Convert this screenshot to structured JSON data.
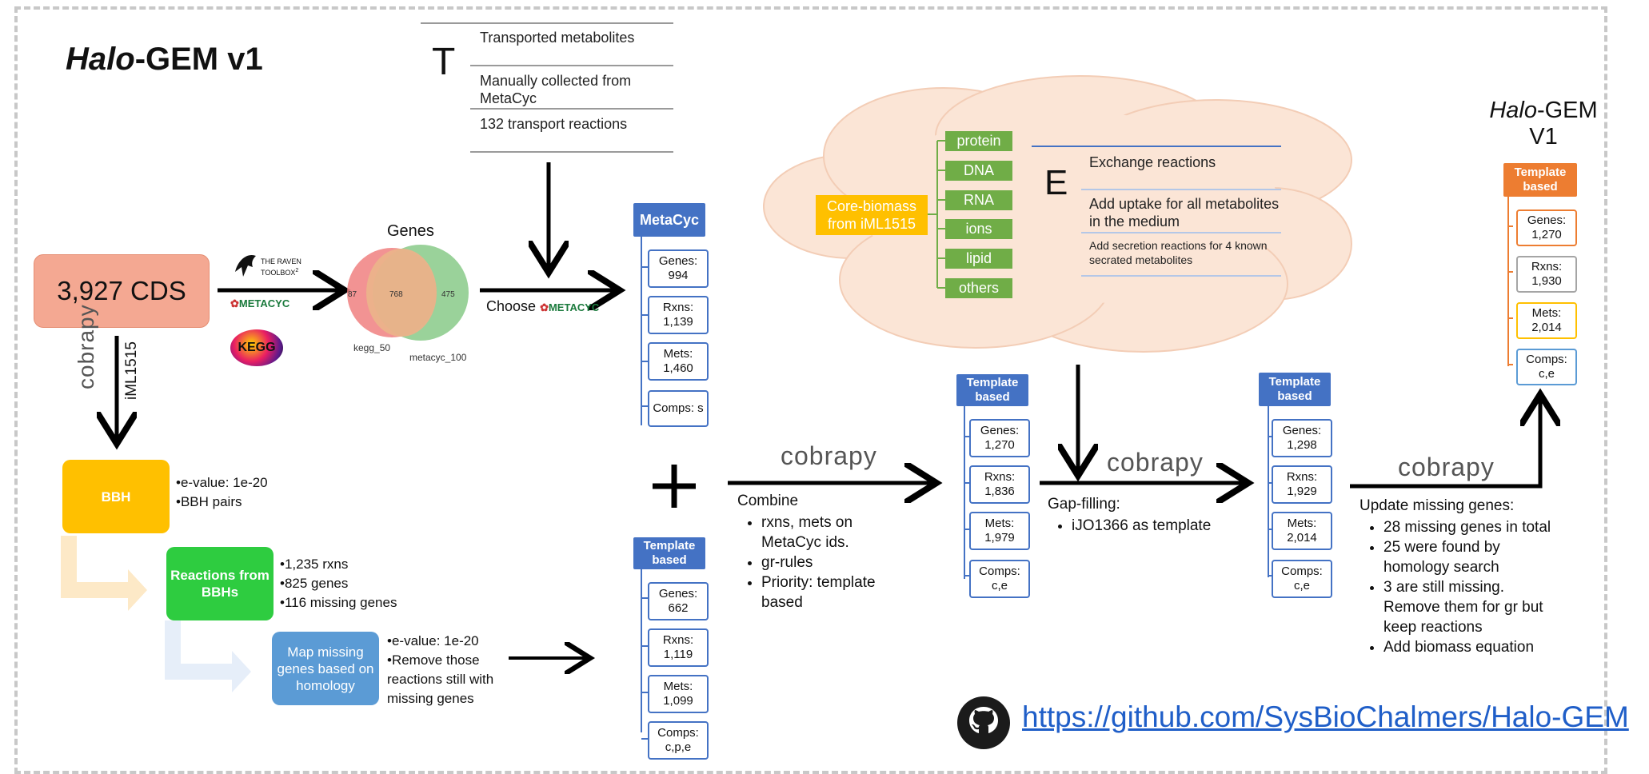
{
  "title": {
    "italic": "Halo",
    "rest": "-GEM v1"
  },
  "transport": {
    "letter": "T",
    "rows": [
      "Transported metabolites",
      "Manually collected from MetaCyc",
      "132 transport reactions"
    ]
  },
  "cds_label": "3,927 CDS",
  "raven": {
    "line1": "THE RAVEN",
    "line2": "TOOLBOX",
    "sup": "2"
  },
  "metacyc_logo": "METACYC",
  "kegg_logo": "KEGG",
  "venn": {
    "title": "Genes",
    "left": "87",
    "middle": "768",
    "right": "475",
    "left_label": "kegg_50",
    "right_label": "metacyc_100"
  },
  "choose_label": "Choose",
  "iml_label": "iML1515",
  "cobrapy_text": "cobrapy",
  "bbh": {
    "label": "BBH",
    "bullets": [
      "•e-value: 1e-20",
      "•BBH pairs"
    ]
  },
  "reactions": {
    "label": "Reactions from BBHs",
    "bullets": [
      "•1,235 rxns",
      "•825 genes",
      "•116 missing genes"
    ]
  },
  "mapmissing": {
    "label": "Map missing genes based on homology",
    "bullets": [
      "•e-value: 1e-20",
      "•Remove those reactions still with missing genes"
    ]
  },
  "metacyc_stack": {
    "head": "MetaCyc",
    "items": [
      "Genes: 994",
      "Rxns: 1,139",
      "Mets: 1,460",
      "Comps: s"
    ]
  },
  "template1": {
    "head": "Template based",
    "items": [
      "Genes: 662",
      "Rxns: 1,119",
      "Mets: 1,099",
      "Comps: c,p,e"
    ]
  },
  "plus": "+",
  "combine": {
    "title": "Combine",
    "items": [
      "rxns, mets on MetaCyc ids.",
      "gr-rules",
      "Priority: template based"
    ]
  },
  "template2": {
    "head": "Template based",
    "items": [
      "Genes: 1,270",
      "Rxns: 1,836",
      "Mets: 1,979",
      "Comps: c,e"
    ]
  },
  "gapfill": {
    "title": "Gap-filling:",
    "items": [
      "iJO1366 as template"
    ]
  },
  "template3": {
    "head": "Template based",
    "items": [
      "Genes: 1,298",
      "Rxns: 1,929",
      "Mets: 2,014",
      "Comps: c,e"
    ]
  },
  "update": {
    "title": "Update missing genes:",
    "items": [
      "28 missing genes in total",
      "25 were found by homology search",
      "3 are still missing. Remove them for gr but keep reactions",
      "Add biomass equation"
    ]
  },
  "final": {
    "title_italic": "Halo",
    "title_rest": "-GEM",
    "version": "V1",
    "head": "Template based",
    "items": [
      "Genes: 1,270",
      "Rxns: 1,930",
      "Mets: 2,014",
      "Comps: c,e"
    ]
  },
  "biomass": {
    "core_label": "Core-biomass from iML1515",
    "components": [
      "protein",
      "DNA",
      "RNA",
      "ions",
      "lipid",
      "others"
    ]
  },
  "exchange": {
    "letter": "E",
    "rows": [
      "Exchange reactions",
      "Add uptake for all metabolites in the medium",
      "Add secretion reactions for 4 known secrated metabolites"
    ]
  },
  "github_url": "https://github.com/SysBioChalmers/Halo-GEM",
  "colors": {
    "cds": "#f4a892",
    "bbh": "#ffc000",
    "reactions": "#2ecc40",
    "mapmissing": "#5b9bd5",
    "stack_head": "#4472c4",
    "final_head": "#ed7d31",
    "biomass_core": "#ffc000",
    "biomass_tag": "#70ad47",
    "cloud": "#fbe5d6"
  }
}
